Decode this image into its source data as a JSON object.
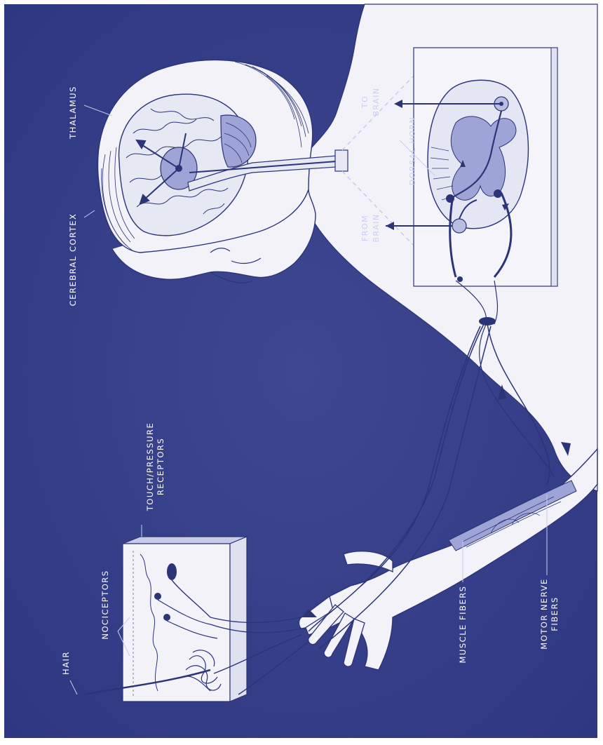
{
  "labels": {
    "cerebral_cortex": "CEREBRAL CORTEX",
    "thalamus": "THALAMUS",
    "to_brain_1": "TO",
    "to_brain_2": "BRAIN",
    "from_brain_1": "FROM",
    "from_brain_2": "BRAIN",
    "dorsal_horn": "DORSAL HORN",
    "touch_pressure_1": "TOUCH/PRESSURE",
    "touch_pressure_2": "RECEPTORS",
    "nociceptors": "NOCICEPTORS",
    "hair": "HAIR",
    "muscle_fibers": "MUSCLE FIBERS",
    "motor_nerve_1": "MOTOR NERVE",
    "motor_nerve_2": "FIBERS"
  },
  "colors": {
    "background": "#36408a",
    "frame": "#ffffff",
    "figure": "#f3f3f8",
    "line": "#2c3478",
    "tint": "#9ea5d6",
    "label": "#ffffff"
  }
}
